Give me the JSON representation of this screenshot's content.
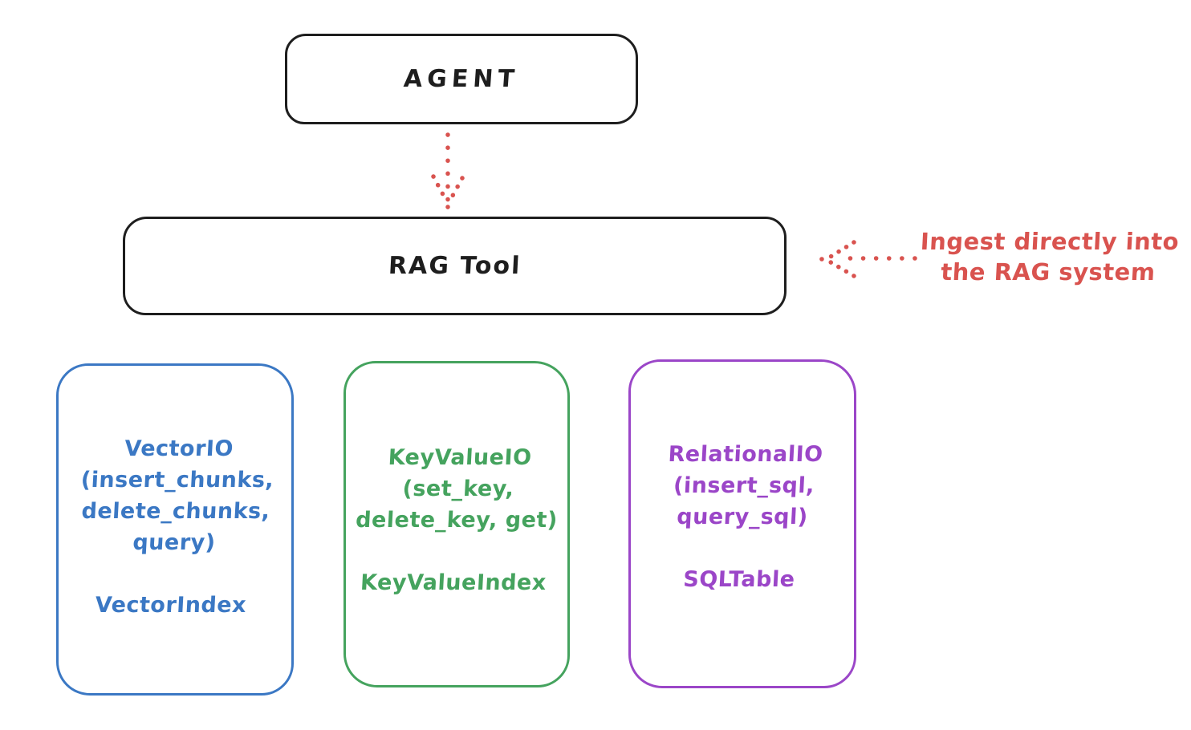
{
  "agent": {
    "label": "AGENT"
  },
  "rag_tool": {
    "label": "RAG Tool"
  },
  "annotation": {
    "line1": "Ingest directly into",
    "line2": "the RAG system"
  },
  "backends": {
    "vector": {
      "lines": [
        "VectorIO",
        "(insert_chunks,",
        "delete_chunks,",
        "query)"
      ],
      "index": "VectorIndex",
      "color": "#3b78c4"
    },
    "keyvalue": {
      "lines": [
        "KeyValueIO",
        "(set_key,",
        "delete_key, get)"
      ],
      "index": "KeyValueIndex",
      "color": "#45a35e"
    },
    "relational": {
      "lines": [
        "RelationalIO",
        "(insert_sql,",
        "query_sql)"
      ],
      "index": "SQLTable",
      "color": "#9b46c8"
    }
  },
  "colors": {
    "stroke": "#1e1e1e",
    "arrow_red": "#d9534f"
  }
}
